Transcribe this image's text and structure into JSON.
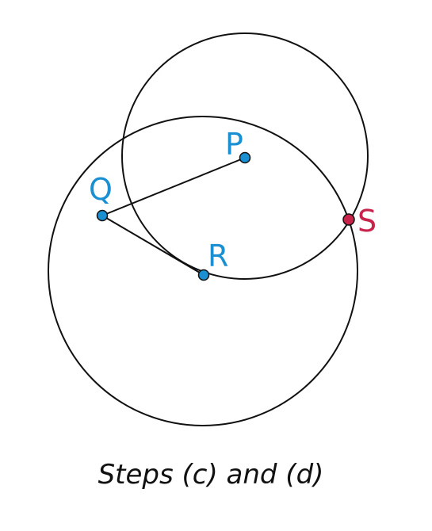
{
  "diagram": {
    "caption": "Steps (c) and (d)",
    "points": {
      "P": "P",
      "Q": "Q",
      "R": "R",
      "S": "S"
    },
    "colors": {
      "point_fill": "#1a8fd1",
      "point_label": "#1a8fd1",
      "highlight_fill": "#c8234a",
      "highlight_label": "#c8234a",
      "stroke": "#111111",
      "caption": "#111111"
    }
  }
}
